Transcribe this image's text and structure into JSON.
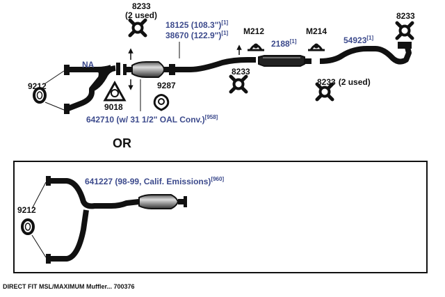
{
  "colors": {
    "pipe": "#111111",
    "accent": "#3c4a8c",
    "frame": "#111111"
  },
  "upper": {
    "top_hanger": {
      "part": "8233",
      "note": "(2 used)"
    },
    "pipe_line1": {
      "text": "18125 (108.3\")",
      "sup": "[1]"
    },
    "pipe_line2": {
      "text": "38670 (122.9\")",
      "sup": "[1]"
    },
    "na": "NA",
    "gasket_left": "9212",
    "flange_9018": "9018",
    "flange_9287": "9287",
    "clamp_m212": "M212",
    "clamp_m214": "M214",
    "mid_hanger": "8233",
    "muffler": {
      "text": "2188",
      "sup": "[1]"
    },
    "tailpipe": {
      "text": "54923",
      "sup": "[1]"
    },
    "right_hanger_top": "8233",
    "right_hanger_bottom": {
      "part": "8233",
      "note": "(2 used)"
    },
    "converter": {
      "text": "642710 (w/ 31 1/2\" OAL Conv.)",
      "sup": "[958]"
    }
  },
  "or_label": "OR",
  "lower": {
    "converter": {
      "text": "641227 (98-99, Calif. Emissions)",
      "sup": "[960]"
    },
    "gasket": "9212"
  },
  "footer": "DIRECT FIT MSL/MAXIMUM Muffler... 700376"
}
